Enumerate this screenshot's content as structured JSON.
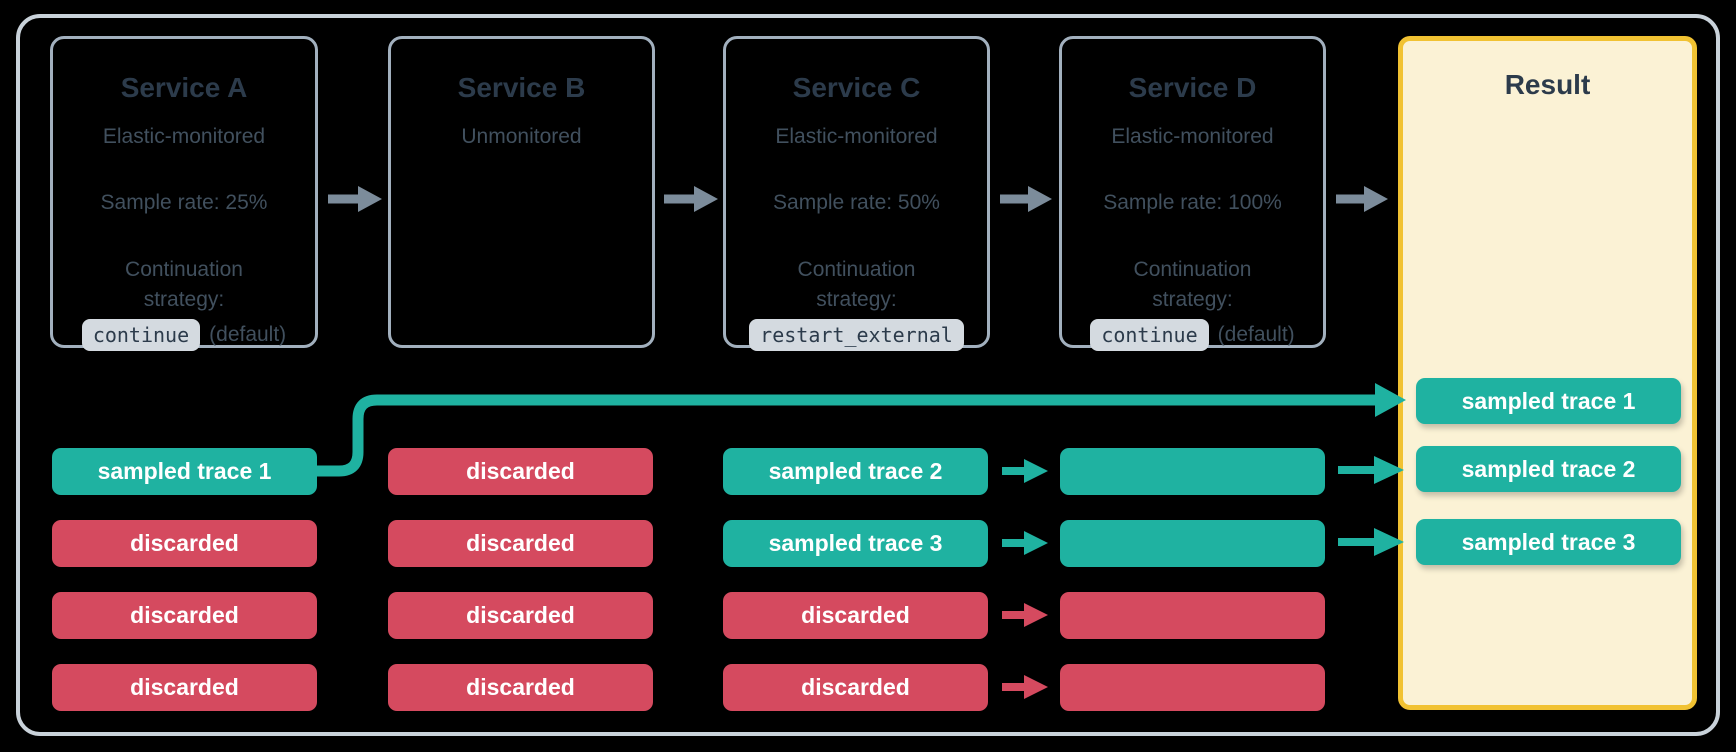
{
  "palette": {
    "canvas-bg": "#000000",
    "frame-border": "#C9D2DA",
    "service-border": "#A2B0BE",
    "title-text": "#2C3B4B",
    "body-text": "#41505E",
    "code-bg": "#D4DAE0",
    "code-text": "#2C3B4B",
    "teal": "#1FB2A1",
    "red": "#D54A5F",
    "pill-text": "#FFFFFF",
    "arrow-gray": "#7C8C9B",
    "result-bg": "#FBF2D5",
    "result-border": "#F1C232"
  },
  "services": [
    {
      "name": "Service A",
      "monitoring": "Elastic-monitored",
      "sample_rate": "Sample rate: 25%",
      "strategy_label": "Continuation strategy:",
      "strategy_code": "continue",
      "strategy_note": "(default)"
    },
    {
      "name": "Service B",
      "monitoring": "Unmonitored"
    },
    {
      "name": "Service C",
      "monitoring": "Elastic-monitored",
      "sample_rate": "Sample rate: 50%",
      "strategy_label": "Continuation strategy:",
      "strategy_code": "restart_external"
    },
    {
      "name": "Service D",
      "monitoring": "Elastic-monitored",
      "sample_rate": "Sample rate: 100%",
      "strategy_label": "Continuation strategy:",
      "strategy_code": "continue",
      "strategy_note": "(default)"
    }
  ],
  "result": {
    "title": "Result",
    "pills": [
      {
        "label": "sampled trace 1",
        "status": "sampled"
      },
      {
        "label": "sampled trace 2",
        "status": "sampled"
      },
      {
        "label": "sampled trace 3",
        "status": "sampled"
      }
    ]
  },
  "trace_rows": {
    "service_a": [
      {
        "label": "sampled trace 1",
        "status": "sampled"
      },
      {
        "label": "discarded",
        "status": "discarded"
      },
      {
        "label": "discarded",
        "status": "discarded"
      },
      {
        "label": "discarded",
        "status": "discarded"
      }
    ],
    "service_b": [
      {
        "label": "discarded",
        "status": "discarded"
      },
      {
        "label": "discarded",
        "status": "discarded"
      },
      {
        "label": "discarded",
        "status": "discarded"
      },
      {
        "label": "discarded",
        "status": "discarded"
      }
    ],
    "service_c": [
      {
        "label": "sampled trace 2",
        "status": "sampled"
      },
      {
        "label": "sampled trace 3",
        "status": "sampled"
      },
      {
        "label": "discarded",
        "status": "discarded"
      },
      {
        "label": "discarded",
        "status": "discarded"
      }
    ],
    "service_d": [
      {
        "label": "",
        "status": "sampled"
      },
      {
        "label": "",
        "status": "sampled"
      },
      {
        "label": "",
        "status": "discarded"
      },
      {
        "label": "",
        "status": "discarded"
      }
    ]
  }
}
